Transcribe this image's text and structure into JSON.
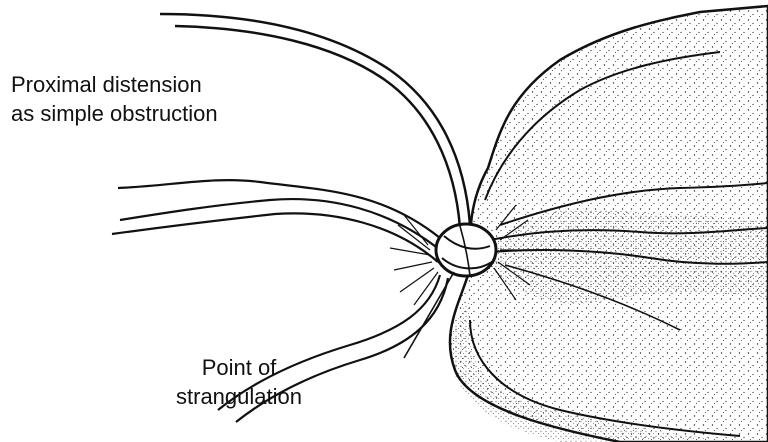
{
  "labels": {
    "proximal": [
      "Proximal distension",
      "as simple obstruction"
    ],
    "strangulation": [
      "Point of",
      "strangulation"
    ]
  },
  "colors": {
    "ink": "#111111",
    "stipple": "#2a2a2a",
    "background": "#ffffff"
  }
}
